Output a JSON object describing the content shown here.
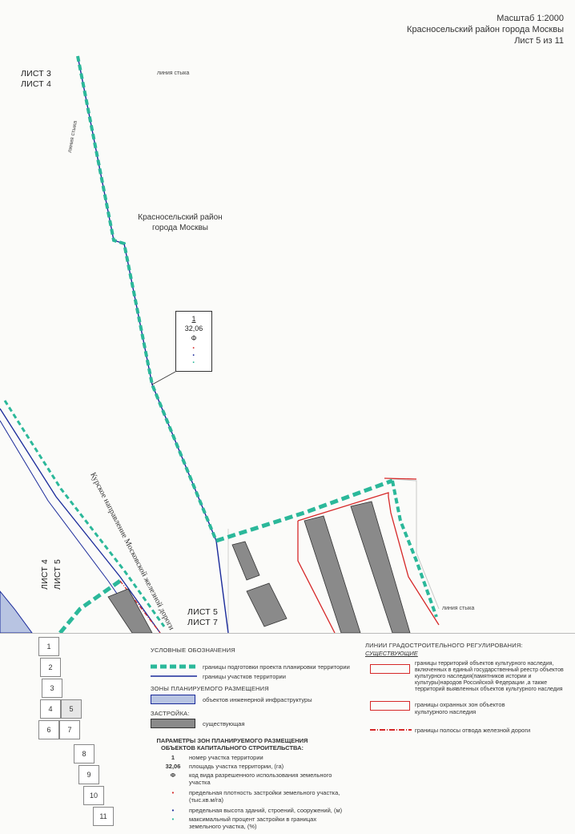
{
  "header": {
    "scale": "Масштаб 1:2000",
    "district": "Красносельский район города Москвы",
    "sheet": "Лист 5 из 11"
  },
  "map": {
    "sheet_top_left": [
      "ЛИСТ 3",
      "ЛИСТ 4"
    ],
    "sheet_left_mid": [
      "ЛИСТ 4",
      "ЛИСТ 5"
    ],
    "sheet_bottom": [
      "ЛИСТ 5",
      "ЛИСТ 7"
    ],
    "join_line_top": "линия стыка",
    "join_line_left": "линия стыка",
    "join_line_right": "линия стыка",
    "district_label": [
      "Красносельский район",
      "города Москвы"
    ],
    "plot_box": {
      "number": "1",
      "area": "32,06",
      "code": "Ф"
    },
    "railway_label": "Курское направление Московской железной дороги",
    "colors": {
      "green": "#2bb89a",
      "blue": "#1a2a9a",
      "red": "#d62828",
      "building": "#8a8a8a",
      "infra": "#b8c4e2"
    }
  },
  "legend": {
    "sheet_grid": [
      "1",
      "2",
      "3",
      "4",
      "5",
      "6",
      "7",
      "8",
      "9",
      "10",
      "11"
    ],
    "title": "УСЛОВНЫЕ ОБОЗНАЧЕНИЯ",
    "items": {
      "planning_border": "границы подготовки проекта планировки территории",
      "plot_border": "границы участков территории",
      "zones_title": "ЗОНЫ ПЛАНИРУЕМОГО РАЗМЕЩЕНИЯ",
      "infra": "объектов инженерной инфраструктуры",
      "buildings_title": "ЗАСТРОЙКА:",
      "existing": "существующая"
    },
    "params_title": "ПАРАМЕТРЫ ЗОН ПЛАНИРУЕМОГО РАЗМЕЩЕНИЯ ОБЪЕКТОВ КАПИТАЛЬНОГО СТРОИТЕЛЬСТВА:",
    "params": [
      {
        "key": "1",
        "text": "номер участка территории"
      },
      {
        "key": "32,06",
        "text": "площадь участка территории, (га)"
      },
      {
        "key": "Ф",
        "text": "код вида разрешенного использования земельного участка"
      },
      {
        "key": "•",
        "text": "предельная плотность застройки земельного участка, (тыс.кв.м/га)"
      },
      {
        "key": "•",
        "text": "предельная высота зданий, строений, сооружений, (м)"
      },
      {
        "key": "•",
        "text": "максимальный процент застройки в границах земельного участка, (%)"
      }
    ],
    "reg_title": "ЛИНИИ ГРАДОСТРОИТЕЛЬНОГО РЕГУЛИРОВАНИЯ:",
    "reg_sub": "СУЩЕСТВУЮЩИЕ",
    "reg_items": [
      "границы территорий объектов культурного наследия, включенных в единый государственный реестр объектов культурного наследия(памятников истории и культуры)народов Российской Федерации ,а также территорий выявленных объектов культурного наследия",
      "границы охранных зон объектов культурного наследия",
      "границы полосы отвода железной дороги"
    ]
  }
}
